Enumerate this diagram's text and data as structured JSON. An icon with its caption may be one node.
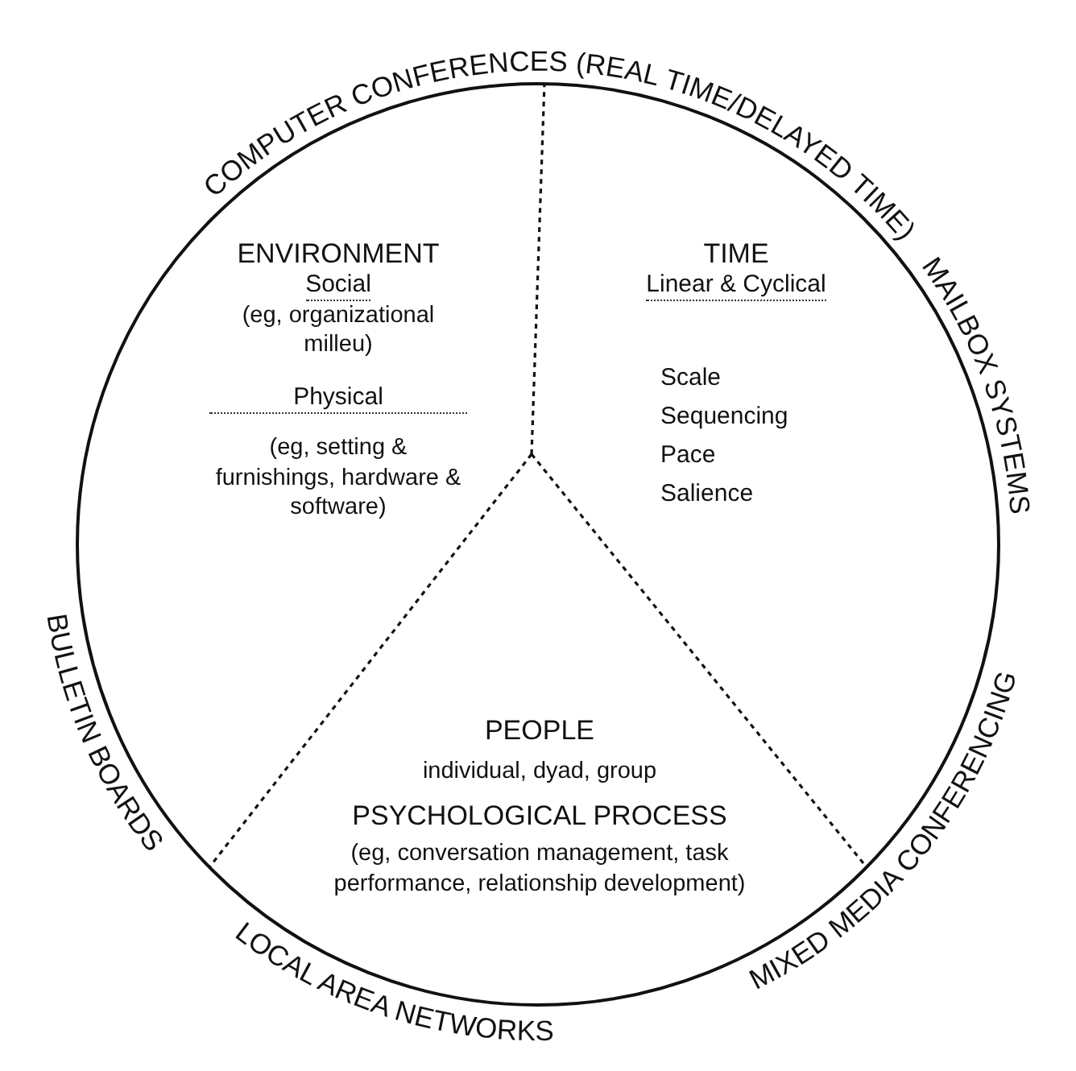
{
  "diagram": {
    "nodes": [
      {
        "text": [],
        "shape": "circle"
      },
      {
        "text": [
          "ENVIRONMENT",
          "Social",
          "(eg, organizational milleu)",
          "Physical",
          "(eg, setting & furnishings, hardware & software)"
        ],
        "in": 0
      },
      {
        "text": [
          "TIME",
          "Linear & Cyclical",
          "Scale",
          "Sequencing",
          "Pace",
          "Salience"
        ],
        "in": 0
      },
      {
        "text": [
          "PEOPLE",
          "individual, dyad, group",
          "PSYCHOLOGICAL PROCESS",
          "(eg, conversation management, task performance, relationship development)"
        ],
        "in": 0
      }
    ],
    "edges": [],
    "labels": [
      "COMPUTER CONFERENCES (REAL TIME/DELAYED TIME)",
      "MAILBOX SYSTEMS",
      "BULLETIN BOARDS",
      "MIXED MEDIA CONFERENCING",
      "LOCAL AREA NETWORKS"
    ]
  }
}
